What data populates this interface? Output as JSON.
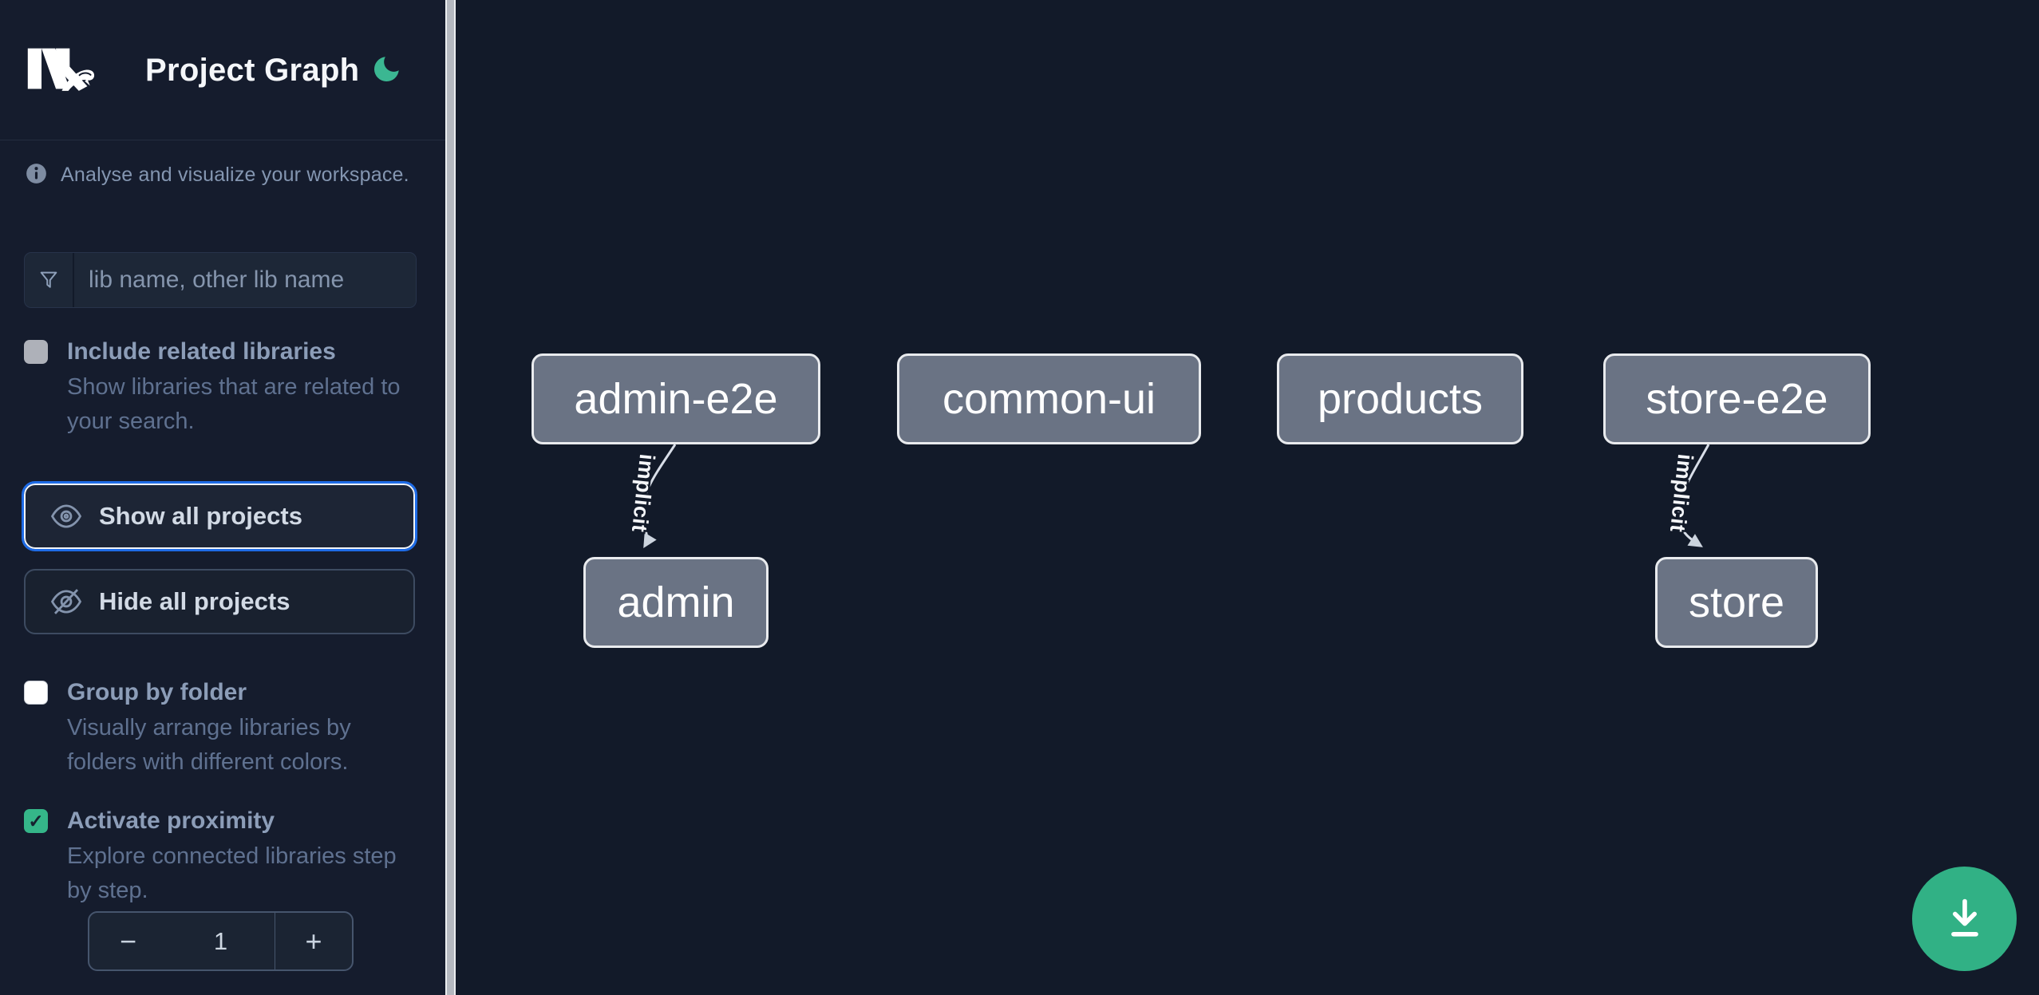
{
  "sidebar": {
    "title": "Project Graph",
    "tagline": "Analyse and visualize your workspace.",
    "filter": {
      "placeholder": "lib name, other lib name"
    },
    "options": {
      "include_related": {
        "label": "Include related libraries",
        "description": "Show libraries that are related to your search.",
        "checked": false
      },
      "group_by_folder": {
        "label": "Group by folder",
        "description": "Visually arrange libraries by folders with different colors.",
        "checked": false
      },
      "activate_proximity": {
        "label": "Activate proximity",
        "description": "Explore connected libraries step by step.",
        "checked": true,
        "checkmark": "✓"
      }
    },
    "buttons": {
      "show_all": "Show all projects",
      "hide_all": "Hide all projects"
    },
    "proximity_stepper": {
      "decrement": "−",
      "value": "1",
      "increment": "+"
    }
  },
  "icons": {
    "nx-logo": "Nx",
    "moon-icon": "crescent-moon (dark-mode toggle)",
    "info-icon": "filled info circle",
    "filter-icon": "funnel",
    "eye-icon": "eye",
    "eye-off-icon": "eye with slash",
    "download-icon": "arrow-down to bar"
  },
  "graph": {
    "nodes": [
      {
        "label": "admin-e2e"
      },
      {
        "label": "common-ui"
      },
      {
        "label": "products"
      },
      {
        "label": "store-e2e"
      },
      {
        "label": "admin"
      },
      {
        "label": "store"
      }
    ],
    "edges": [
      {
        "from": "admin-e2e",
        "to": "admin",
        "label": "implicit"
      },
      {
        "from": "store-e2e",
        "to": "store",
        "label": "implicit"
      }
    ]
  },
  "colors": {
    "sidebar_bg": "#151c2d",
    "canvas_bg": "#121a29",
    "accent_teal": "#35b689",
    "focus_blue": "#1e6be6",
    "node_fill": "#6a7384",
    "node_border": "#e9ebee"
  }
}
